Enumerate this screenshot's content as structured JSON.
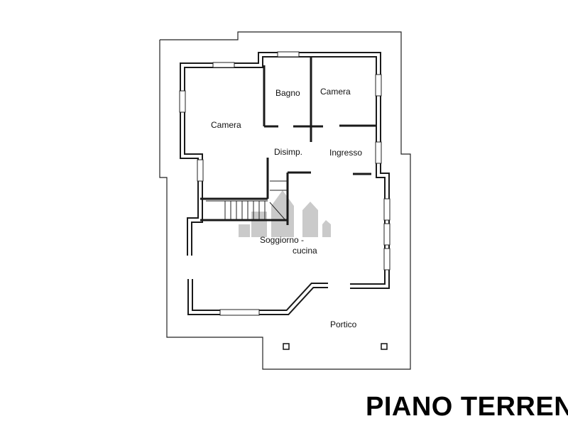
{
  "plan": {
    "title": "PIANO TERRENO",
    "rooms": {
      "camera_left": "Camera",
      "bagno": "Bagno",
      "camera_right": "Camera",
      "disimpegno": "Disimp.",
      "ingresso": "Ingresso",
      "soggiorno_line1": "Soggiorno -",
      "soggiorno_line2": "cucina",
      "portico": "Portico"
    }
  }
}
